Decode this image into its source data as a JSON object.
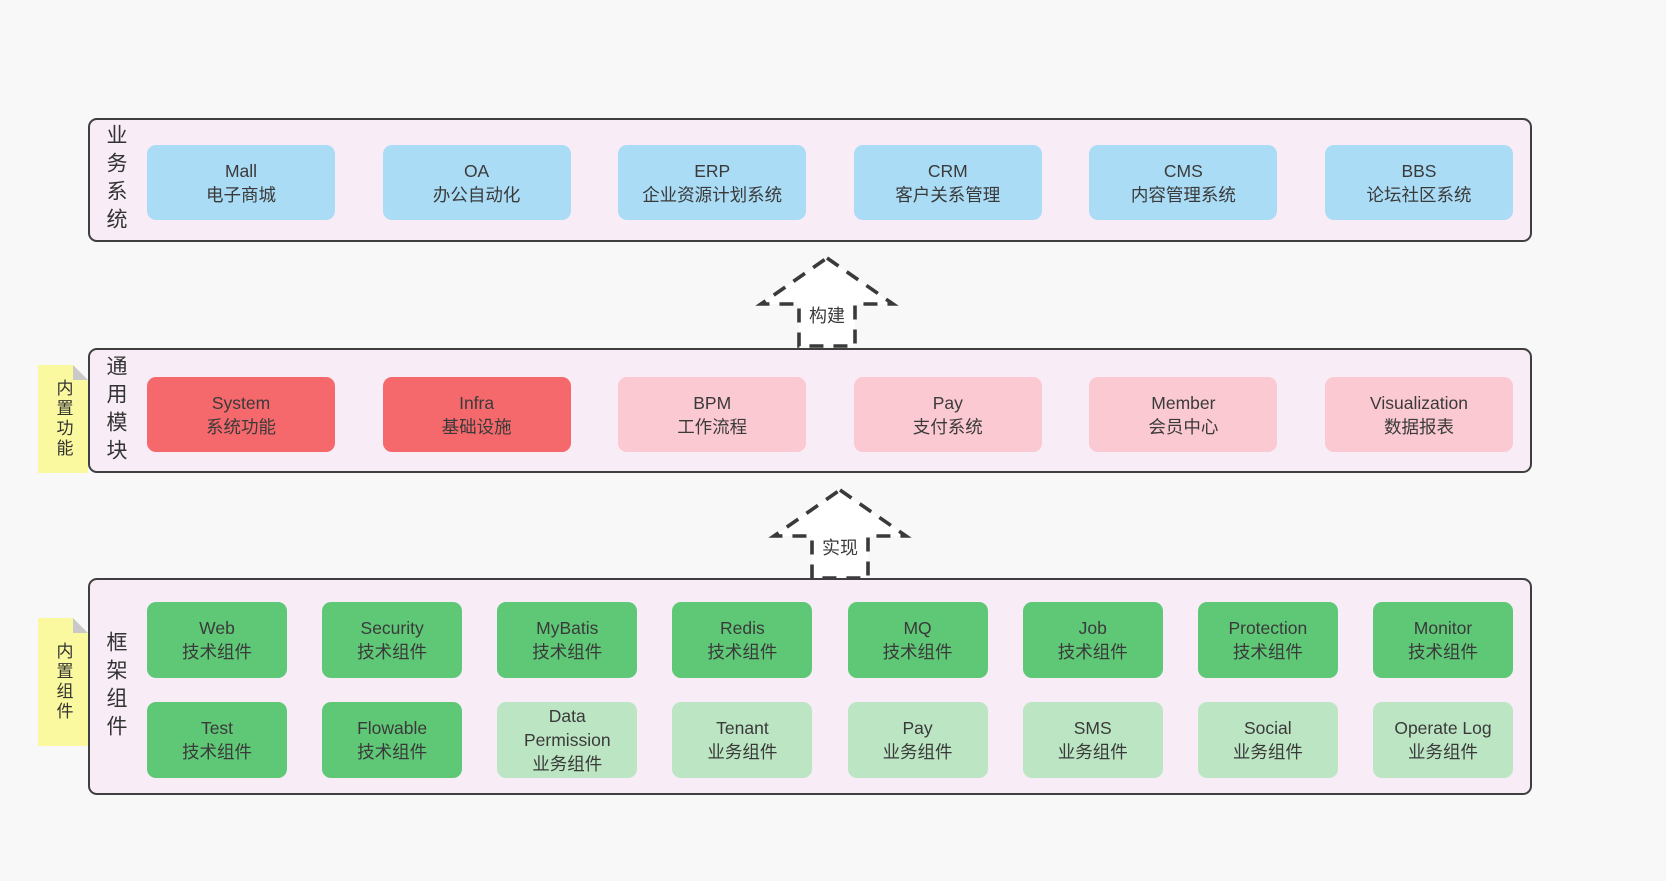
{
  "colors": {
    "page_bg": "#f8f8f8",
    "band_bg": "#f8edf6",
    "border": "#3f3f3f",
    "text": "#3a3a3a",
    "blue": "#aadcf6",
    "red": "#f5696c",
    "pink": "#fbc9d2",
    "green_dark": "#5fc877",
    "green_light": "#bce5c3",
    "sticky": "#fbf99f",
    "sticky_fold": "#c9c9c9"
  },
  "arrows": [
    {
      "label": "构建"
    },
    {
      "label": "实现"
    }
  ],
  "bands": [
    {
      "side_label": "业务系统",
      "boxes": [
        {
          "title": "Mall",
          "subtitle": "电子商城",
          "variant": "blue"
        },
        {
          "title": "OA",
          "subtitle": "办公自动化",
          "variant": "blue"
        },
        {
          "title": "ERP",
          "subtitle": "企业资源计划系统",
          "variant": "blue"
        },
        {
          "title": "CRM",
          "subtitle": "客户关系管理",
          "variant": "blue"
        },
        {
          "title": "CMS",
          "subtitle": "内容管理系统",
          "variant": "blue"
        },
        {
          "title": "BBS",
          "subtitle": "论坛社区系统",
          "variant": "blue"
        }
      ]
    },
    {
      "side_label": "通用模块",
      "sticky": "内置功能",
      "boxes": [
        {
          "title": "System",
          "subtitle": "系统功能",
          "variant": "red"
        },
        {
          "title": "Infra",
          "subtitle": "基础设施",
          "variant": "red"
        },
        {
          "title": "BPM",
          "subtitle": "工作流程",
          "variant": "pink"
        },
        {
          "title": "Pay",
          "subtitle": "支付系统",
          "variant": "pink"
        },
        {
          "title": "Member",
          "subtitle": "会员中心",
          "variant": "pink"
        },
        {
          "title": "Visualization",
          "subtitle": "数据报表",
          "variant": "pink"
        }
      ]
    },
    {
      "side_label": "框架组件",
      "sticky": "内置组件",
      "rows": [
        [
          {
            "title": "Web",
            "subtitle": "技术组件",
            "variant": "green-dark"
          },
          {
            "title": "Security",
            "subtitle": "技术组件",
            "variant": "green-dark"
          },
          {
            "title": "MyBatis",
            "subtitle": "技术组件",
            "variant": "green-dark"
          },
          {
            "title": "Redis",
            "subtitle": "技术组件",
            "variant": "green-dark"
          },
          {
            "title": "MQ",
            "subtitle": "技术组件",
            "variant": "green-dark"
          },
          {
            "title": "Job",
            "subtitle": "技术组件",
            "variant": "green-dark"
          },
          {
            "title": "Protection",
            "subtitle": "技术组件",
            "variant": "green-dark"
          },
          {
            "title": "Monitor",
            "subtitle": "技术组件",
            "variant": "green-dark"
          }
        ],
        [
          {
            "title": "Test",
            "subtitle": "技术组件",
            "variant": "green-dark"
          },
          {
            "title": "Flowable",
            "subtitle": "技术组件",
            "variant": "green-dark"
          },
          {
            "title": "Data Permission",
            "subtitle": "业务组件",
            "variant": "green-light"
          },
          {
            "title": "Tenant",
            "subtitle": "业务组件",
            "variant": "green-light"
          },
          {
            "title": "Pay",
            "subtitle": "业务组件",
            "variant": "green-light"
          },
          {
            "title": "SMS",
            "subtitle": "业务组件",
            "variant": "green-light"
          },
          {
            "title": "Social",
            "subtitle": "业务组件",
            "variant": "green-light"
          },
          {
            "title": "Operate Log",
            "subtitle": "业务组件",
            "variant": "green-light"
          }
        ]
      ]
    }
  ]
}
